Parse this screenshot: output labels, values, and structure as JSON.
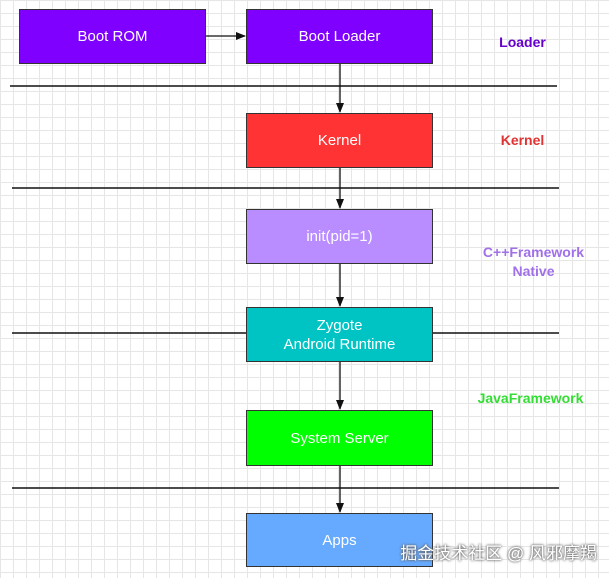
{
  "diagram": {
    "nodes": {
      "boot_rom": {
        "label": "Boot ROM",
        "color": "#7f00ff"
      },
      "boot_loader": {
        "label": "Boot Loader",
        "color": "#7f00ff"
      },
      "kernel": {
        "label": "Kernel",
        "color": "#ff3333"
      },
      "init": {
        "label": "init(pid=1)",
        "color": "#b98cff"
      },
      "zygote": {
        "line1": "Zygote",
        "line2": "Android Runtime",
        "color": "#00c4c4"
      },
      "system_server": {
        "label": "System Server",
        "color": "#00ff00"
      },
      "apps": {
        "label": "Apps",
        "color": "#66aaff"
      }
    },
    "layers": {
      "loader": {
        "label": "Loader",
        "color": "#6600cc"
      },
      "kernel": {
        "label": "Kernel",
        "color": "#e03333"
      },
      "native": {
        "line1": "C++Framework",
        "line2": "Native",
        "color": "#a070e8"
      },
      "java": {
        "label": "JavaFramework",
        "color": "#33dd33"
      }
    }
  },
  "watermark": {
    "text": "掘金技术社区 @ 风邪摩羯"
  }
}
